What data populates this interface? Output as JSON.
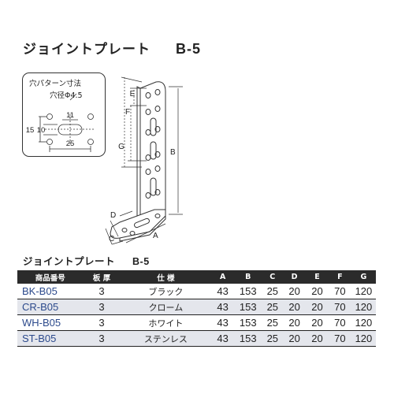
{
  "title": {
    "name": "ジョイントプレート",
    "code": "B-5"
  },
  "hole_pattern": {
    "label": "穴パターン寸法",
    "diameter_label": "穴径Φ4.5",
    "dim_top": "11",
    "dim_bottom": "25",
    "dim_left_outer": "15",
    "dim_left_inner": "10"
  },
  "drawing_labels": {
    "A": "A",
    "B": "B",
    "C": "C",
    "D": "D",
    "E": "E",
    "F": "F",
    "G": "G"
  },
  "table": {
    "title_name": "ジョイントプレート",
    "title_code": "B-5",
    "headers": [
      "商品番号",
      "板 厚",
      "仕 様",
      "A",
      "B",
      "C",
      "D",
      "E",
      "F",
      "G"
    ],
    "rows": [
      {
        "code": "BK-B05",
        "thickness": "3",
        "spec": "ブラック",
        "A": "43",
        "B": "153",
        "C": "25",
        "D": "20",
        "E": "20",
        "F": "70",
        "G": "120"
      },
      {
        "code": "CR-B05",
        "thickness": "3",
        "spec": "クローム",
        "A": "43",
        "B": "153",
        "C": "25",
        "D": "20",
        "E": "20",
        "F": "70",
        "G": "120"
      },
      {
        "code": "WH-B05",
        "thickness": "3",
        "spec": "ホワイト",
        "A": "43",
        "B": "153",
        "C": "25",
        "D": "20",
        "E": "20",
        "F": "70",
        "G": "120"
      },
      {
        "code": "ST-B05",
        "thickness": "3",
        "spec": "ステンレス",
        "A": "43",
        "B": "153",
        "C": "25",
        "D": "20",
        "E": "20",
        "F": "70",
        "G": "120"
      }
    ]
  }
}
